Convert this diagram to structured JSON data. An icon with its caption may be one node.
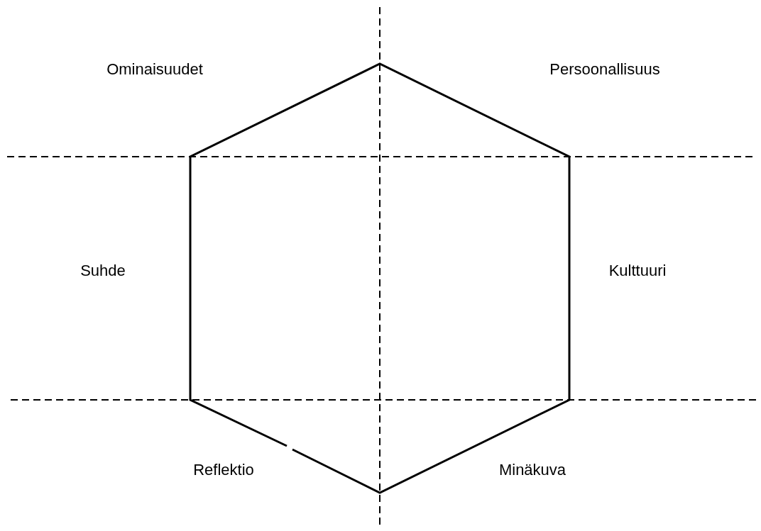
{
  "diagram": {
    "labels": [
      "Ominaisuudet",
      "Persoonallisuus",
      "Suhde",
      "Kulttuuri",
      "Reflektio",
      "Minäkuva"
    ]
  }
}
